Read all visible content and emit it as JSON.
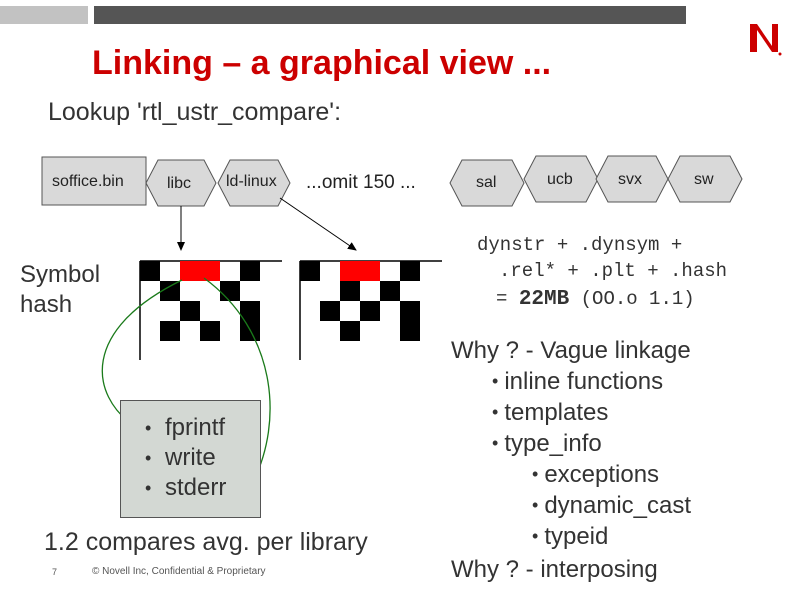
{
  "title": "Linking – a graphical view ...",
  "subtitle": "Lookup 'rtl_ustr_compare':",
  "libraries": {
    "main": "soffice.bin",
    "libc": "libc",
    "ldlinux": "ld-linux",
    "omit": "...omit 150 ...",
    "sal": "sal",
    "ucb": "ucb",
    "svx": "svx",
    "sw": "sw"
  },
  "symbol_hash_label": {
    "line1": "Symbol",
    "line2": "hash"
  },
  "functions": [
    "fprintf",
    "write",
    "stderr"
  ],
  "sections": {
    "line1": "dynstr + .dynsym +",
    "line2": ".rel* + .plt + .hash",
    "line3_prefix": "= ",
    "line3_bold": "22MB",
    "line3_suffix": " (OO.o 1.1)"
  },
  "why_vague": {
    "heading": "Why ? - Vague linkage",
    "items": [
      "inline functions",
      "templates",
      "type_info"
    ],
    "subitems": [
      "exceptions",
      "dynamic_cast",
      "typeid"
    ]
  },
  "why_interposing": "Why ? - interposing",
  "compares": "1.2 compares avg. per library",
  "footer": {
    "page": "7",
    "copyright": "© Novell Inc, Confidential & Proprietary"
  },
  "colors": {
    "title_red": "#cc0000",
    "hash_highlight": "#ff0000",
    "arrow_green": "#1a7a1a",
    "hex_fill": "#d9d9d9",
    "box_fill": "#d3d8d3"
  },
  "icons": {
    "logo": "novell-n-logo"
  }
}
